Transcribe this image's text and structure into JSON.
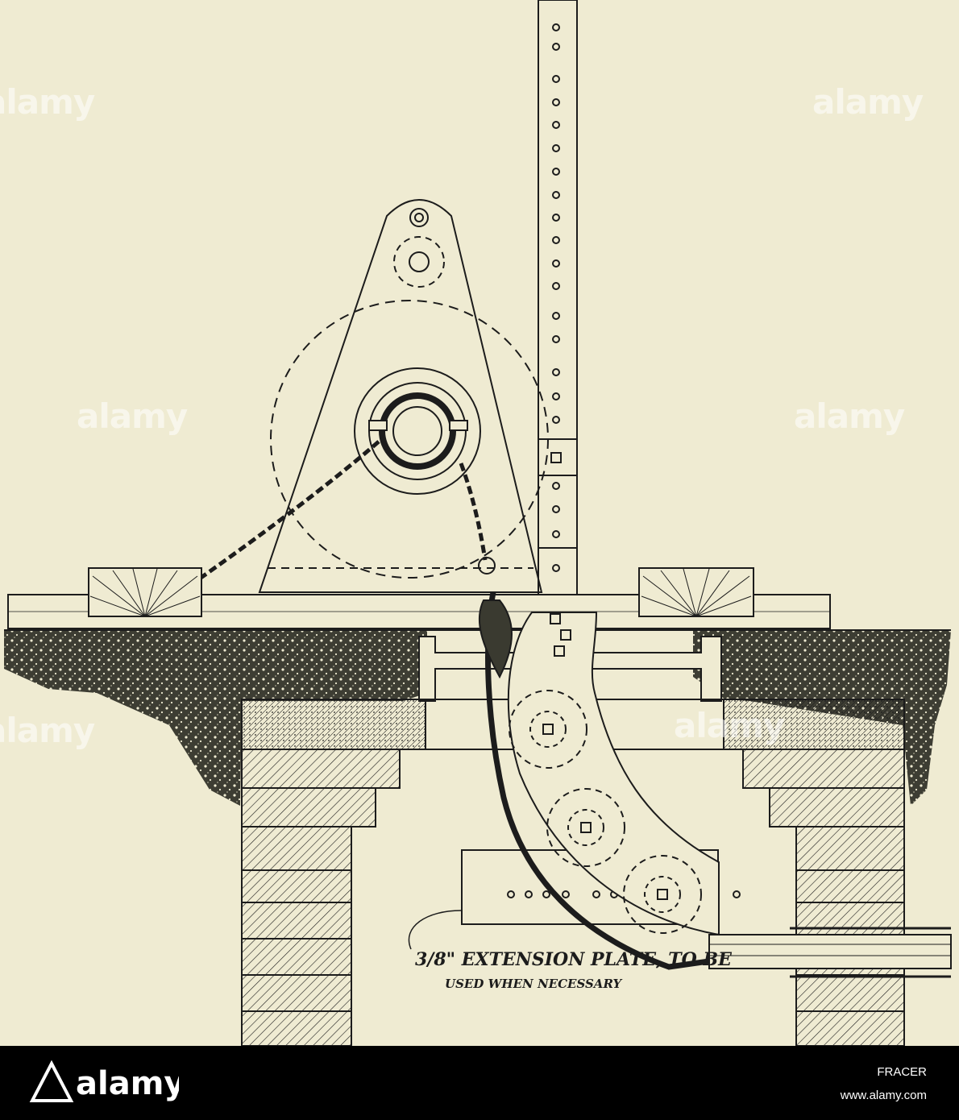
{
  "figure": {
    "callout_line1": "3/8\" EXTENSION PLATE, TO BE",
    "callout_line2": "USED WHEN NECESSARY"
  },
  "watermark": {
    "text": "alamy"
  },
  "stock_bar": {
    "logo_text": "alamy",
    "image_id": "FRACER",
    "site": "www.alamy.com"
  },
  "colors": {
    "paper": "#efebd2",
    "ink": "#1c1c1c",
    "bar": "#000000"
  }
}
